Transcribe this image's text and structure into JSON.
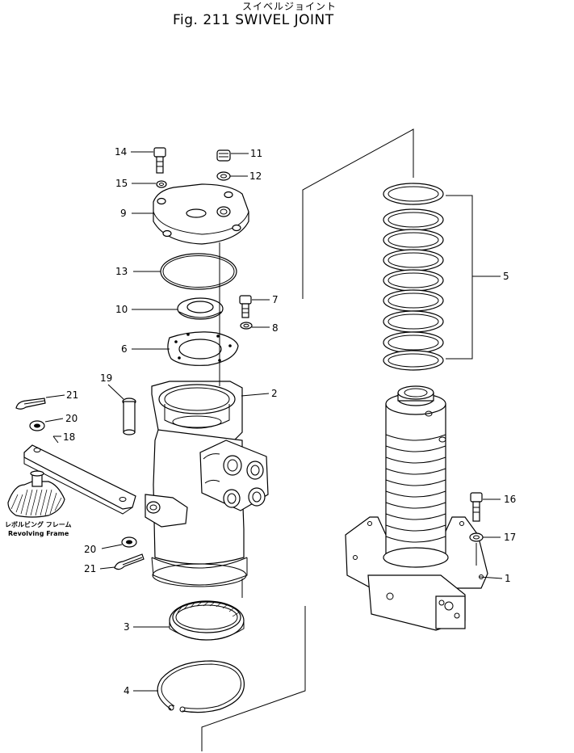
{
  "header": {
    "subtitle_jp": "スイベルジョイント",
    "title": "Fig. 211  SWIVEL  JOINT"
  },
  "frame_label": {
    "jp": "レボルビング フレーム",
    "en": "Revolving Frame"
  },
  "callouts": [
    {
      "id": "p14",
      "text": "14"
    },
    {
      "id": "p11",
      "text": "11"
    },
    {
      "id": "p15",
      "text": "15"
    },
    {
      "id": "p12",
      "text": "12"
    },
    {
      "id": "p9",
      "text": "9"
    },
    {
      "id": "p13",
      "text": "13"
    },
    {
      "id": "p7",
      "text": "7"
    },
    {
      "id": "p10",
      "text": "10"
    },
    {
      "id": "p8",
      "text": "8"
    },
    {
      "id": "p6",
      "text": "6"
    },
    {
      "id": "p19",
      "text": "19"
    },
    {
      "id": "p21a",
      "text": "21"
    },
    {
      "id": "p2",
      "text": "2"
    },
    {
      "id": "p20a",
      "text": "20"
    },
    {
      "id": "p18",
      "text": "18"
    },
    {
      "id": "p20b",
      "text": "20"
    },
    {
      "id": "p21b",
      "text": "21"
    },
    {
      "id": "p3",
      "text": "3"
    },
    {
      "id": "p4",
      "text": "4"
    },
    {
      "id": "p5",
      "text": "5"
    },
    {
      "id": "p16",
      "text": "16"
    },
    {
      "id": "p17",
      "text": "17"
    },
    {
      "id": "p1",
      "text": "1"
    }
  ]
}
